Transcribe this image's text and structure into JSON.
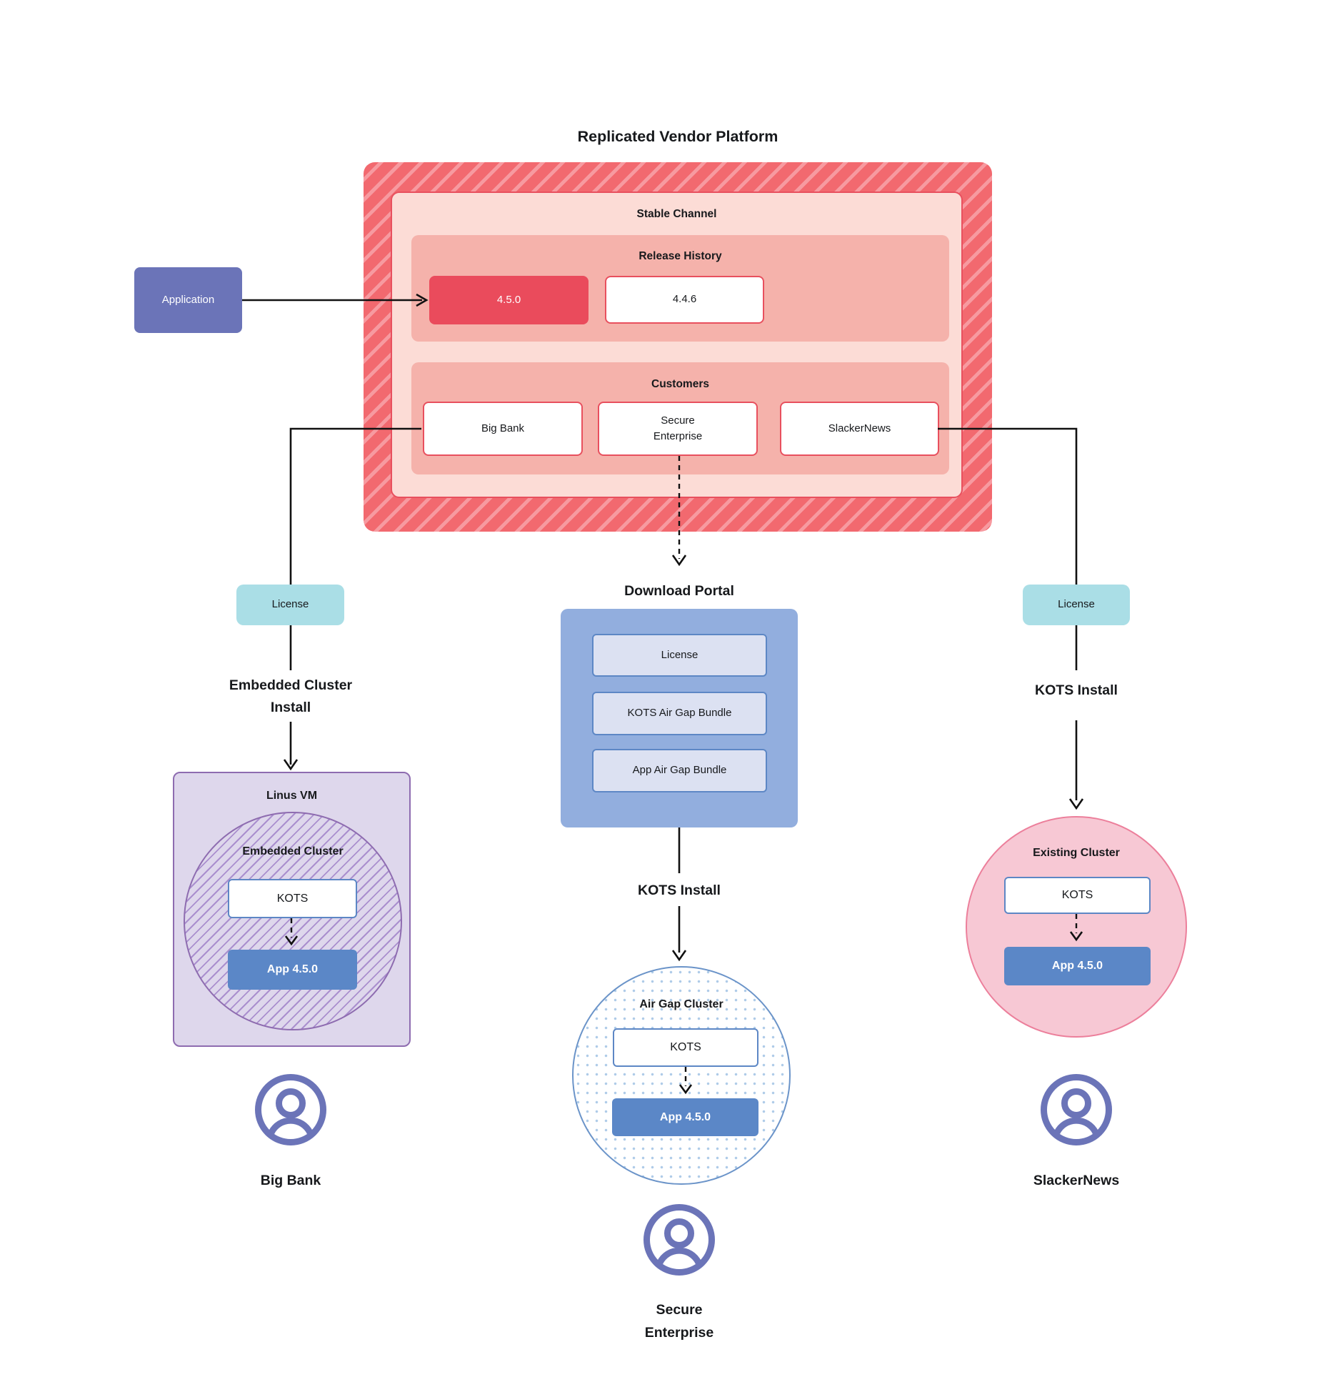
{
  "title": "Replicated Vendor Platform",
  "platform": {
    "stable_channel_label": "Stable Channel",
    "release_history_label": "Release History",
    "releases": [
      "4.5.0",
      "4.4.6"
    ],
    "customers_label": "Customers",
    "customers": [
      "Big Bank",
      "Secure Enterprise",
      "SlackerNews"
    ]
  },
  "application_label": "Application",
  "left": {
    "license_label": "License",
    "install_label": "Embedded Cluster Install",
    "vm_label": "Linus VM",
    "cluster_label": "Embedded Cluster",
    "kots_label": "KOTS",
    "app_label": "App 4.5.0",
    "user_label": "Big Bank"
  },
  "middle": {
    "portal_label": "Download Portal",
    "portal_items": [
      "License",
      "KOTS Air Gap Bundle",
      "App Air Gap Bundle"
    ],
    "install_label": "KOTS Install",
    "cluster_label": "Air Gap Cluster",
    "kots_label": "KOTS",
    "app_label": "App 4.5.0",
    "user_label": "Secure Enterprise"
  },
  "right": {
    "license_label": "License",
    "install_label": "KOTS Install",
    "cluster_label": "Existing Cluster",
    "kots_label": "KOTS",
    "app_label": "App 4.5.0",
    "user_label": "SlackerNews"
  },
  "colors": {
    "hatch_red_dark": "#f2696f",
    "hatch_red_light": "#f79aa0",
    "channel_fill": "#fcdcd6",
    "channel_border": "#e8505e",
    "section_fill": "#f5b2ab",
    "release_highlight": "#ea4b5c",
    "application_fill": "#6b74b8",
    "license_fill": "#aadee6",
    "portal_fill": "#92aede",
    "portal_item_fill": "#dce1f2",
    "blue_border": "#5d87c5",
    "app_version_fill": "#5b87c7",
    "vm_fill": "#ded7ec",
    "vm_border": "#8e6cb0",
    "vm_hatch": "#aa8fce",
    "cluster_pink_fill": "#f7c8d4",
    "cluster_pink_border": "#ec7f9b",
    "airgap_dot": "#aecbe8",
    "airgap_border": "#6b94c9",
    "user_icon": "#6b74b8",
    "text_dark": "#17191c",
    "connector": "#111111"
  }
}
